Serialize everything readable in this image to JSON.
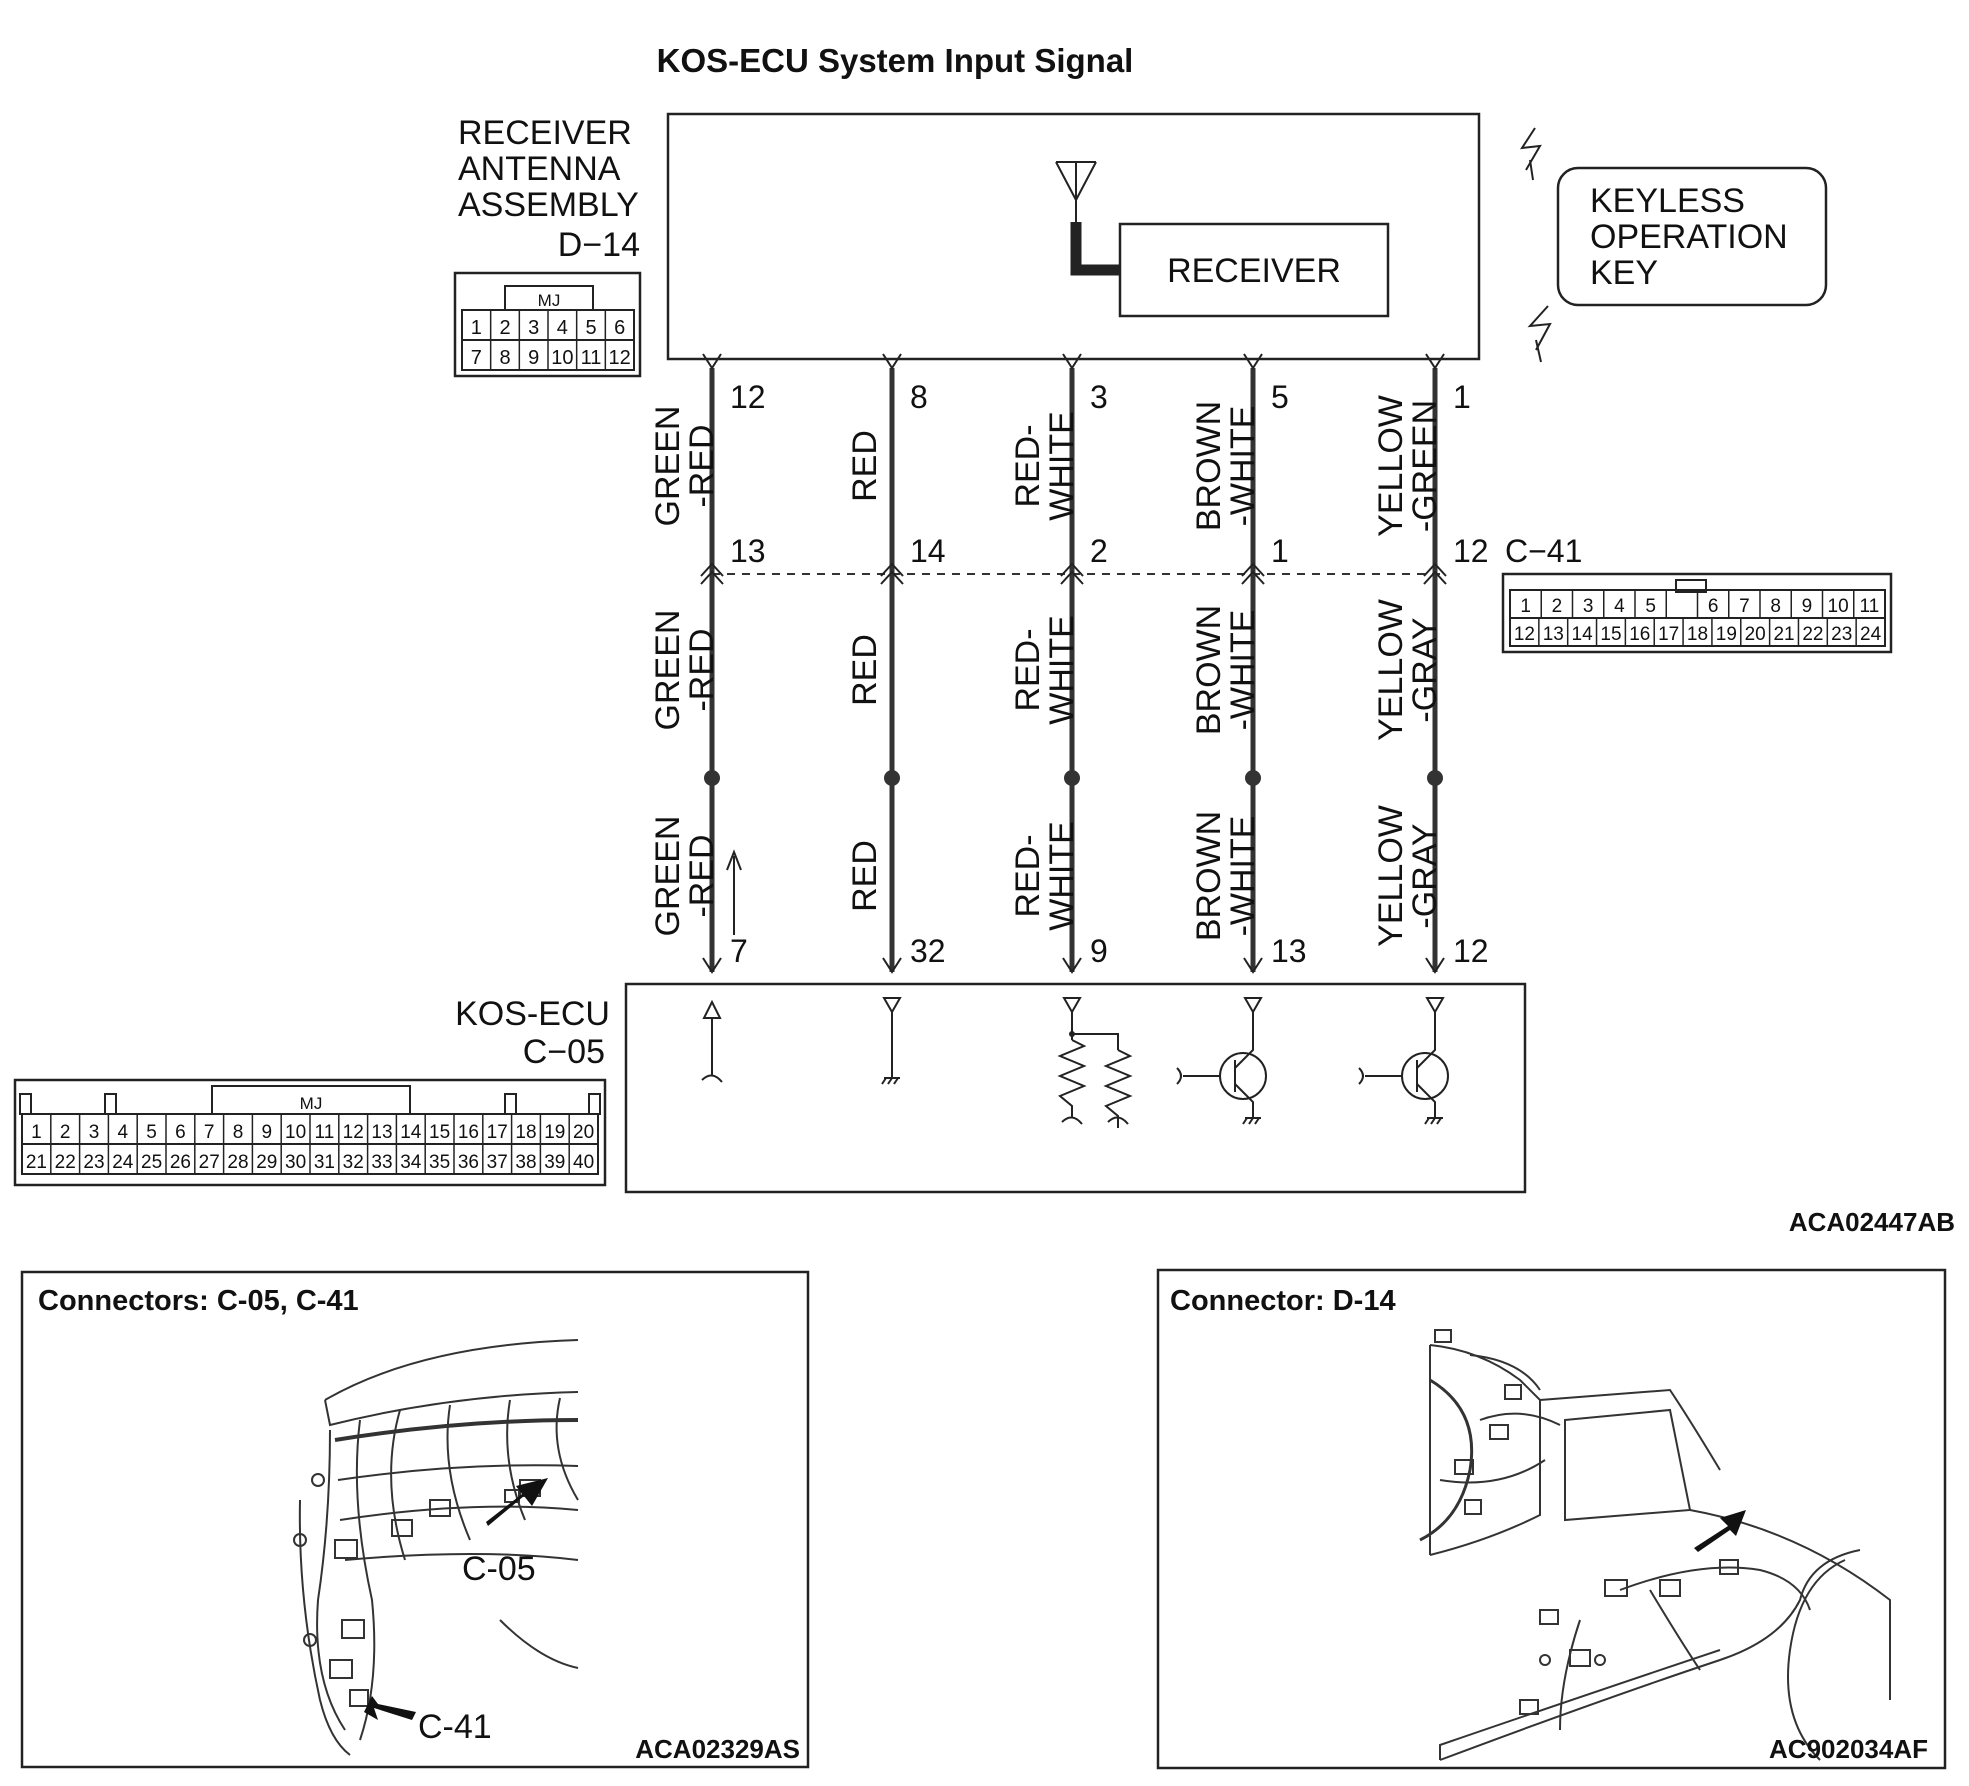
{
  "title": "KOS-ECU System Input Signal",
  "receiver_antenna": {
    "name_lines": [
      "RECEIVER",
      "ANTENNA",
      "ASSEMBLY"
    ],
    "connector_id": "D−14",
    "connector_tag": "MJ",
    "connector_pins_row1": [
      "1",
      "2",
      "3",
      "4",
      "5",
      "6"
    ],
    "connector_pins_row2": [
      "7",
      "8",
      "9",
      "10",
      "11",
      "12"
    ],
    "receiver_label": "RECEIVER"
  },
  "keyless_key": {
    "lines": [
      "KEYLESS",
      "OPERATION",
      "KEY"
    ]
  },
  "intermediate_connector": {
    "id": "C−41",
    "pins_row1": [
      "1",
      "2",
      "3",
      "4",
      "5",
      "",
      "6",
      "7",
      "8",
      "9",
      "10",
      "11"
    ],
    "pins_row2": [
      "12",
      "13",
      "14",
      "15",
      "16",
      "17",
      "18",
      "19",
      "20",
      "21",
      "22",
      "23",
      "24"
    ]
  },
  "ecu": {
    "name": "KOS-ECU",
    "connector_id": "C−05",
    "connector_tag": "MJ",
    "pins_row1": [
      "1",
      "2",
      "3",
      "4",
      "5",
      "6",
      "7",
      "8",
      "9",
      "10",
      "11",
      "12",
      "13",
      "14",
      "15",
      "16",
      "17",
      "18",
      "19",
      "20"
    ],
    "pins_row2": [
      "21",
      "22",
      "23",
      "24",
      "25",
      "26",
      "27",
      "28",
      "29",
      "30",
      "31",
      "32",
      "33",
      "34",
      "35",
      "36",
      "37",
      "38",
      "39",
      "40"
    ]
  },
  "wires": [
    {
      "top_pin": "12",
      "c41_pin": "13",
      "ecu_pin": "7",
      "upper_color": [
        "GREEN",
        "-RED"
      ],
      "mid_color": [
        "GREEN",
        "-RED"
      ],
      "lower_color": [
        "GREEN",
        "-RED"
      ]
    },
    {
      "top_pin": "8",
      "c41_pin": "14",
      "ecu_pin": "32",
      "upper_color": [
        "RED"
      ],
      "mid_color": [
        "RED"
      ],
      "lower_color": [
        "RED"
      ]
    },
    {
      "top_pin": "3",
      "c41_pin": "2",
      "ecu_pin": "9",
      "upper_color": [
        "RED-",
        "WHITE"
      ],
      "mid_color": [
        "RED-",
        "WHITE"
      ],
      "lower_color": [
        "RED-",
        "WHITE"
      ]
    },
    {
      "top_pin": "5",
      "c41_pin": "1",
      "ecu_pin": "13",
      "upper_color": [
        "BROWN",
        "-WHITE"
      ],
      "mid_color": [
        "BROWN",
        "-WHITE"
      ],
      "lower_color": [
        "BROWN",
        "-WHITE"
      ]
    },
    {
      "top_pin": "1",
      "c41_pin": "12",
      "ecu_pin": "12",
      "upper_color": [
        "YELLOW",
        "-GREEN"
      ],
      "mid_color": [
        "YELLOW",
        "-GRAY"
      ],
      "lower_color": [
        "YELLOW",
        "-GRAY"
      ]
    }
  ],
  "diagram_code": "ACA02447AB",
  "panel_left": {
    "title": "Connectors: C-05, C-41",
    "callouts": [
      "C-05",
      "C-41"
    ],
    "code": "ACA02329AS"
  },
  "panel_right": {
    "title": "Connector: D-14",
    "code": "AC902034AF"
  }
}
